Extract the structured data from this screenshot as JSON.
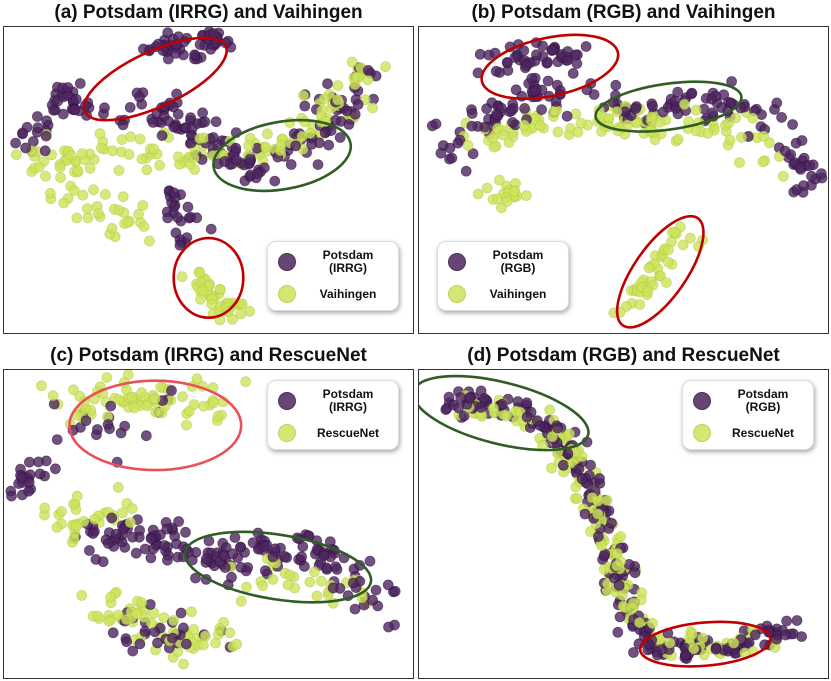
{
  "colors": {
    "potsdam": "#4e2560",
    "potsdam_edge": "#2e0f3e",
    "vaihingen": "#cde35a",
    "vaihingen_edge": "#b3c94a",
    "red_ellipse": "#c00000",
    "pink_ellipse": "#e8505a",
    "green_ellipse": "#2f5d23"
  },
  "chart_data": [
    {
      "type": "scatter",
      "title": "(a) Potsdam (IRRG) and Vaihingen",
      "xlabel": "",
      "ylabel": "",
      "grid": false,
      "legend_position": "bottom-right",
      "series": [
        {
          "name": "Potsdam\n(IRRG)",
          "color": "#4e2560",
          "clusters": [
            {
              "path": [
                [
                  0.35,
                  0.07
                ],
                [
                  0.46,
                  0.06
                ],
                [
                  0.54,
                  0.04
                ]
              ],
              "spread": 0.025,
              "n": 55
            },
            {
              "path": [
                [
                  0.04,
                  0.4
                ],
                [
                  0.1,
                  0.3
                ],
                [
                  0.16,
                  0.22
                ],
                [
                  0.2,
                  0.26
                ]
              ],
              "spread": 0.03,
              "n": 45
            },
            {
              "path": [
                [
                  0.3,
                  0.3
                ],
                [
                  0.4,
                  0.28
                ],
                [
                  0.48,
                  0.34
                ],
                [
                  0.55,
                  0.45
                ],
                [
                  0.62,
                  0.45
                ],
                [
                  0.72,
                  0.4
                ],
                [
                  0.8,
                  0.3
                ],
                [
                  0.88,
                  0.18
                ]
              ],
              "spread": 0.05,
              "n": 140
            },
            {
              "path": [
                [
                  0.4,
                  0.55
                ],
                [
                  0.45,
                  0.62
                ],
                [
                  0.42,
                  0.72
                ]
              ],
              "spread": 0.03,
              "n": 25
            }
          ]
        },
        {
          "name": "Vaihingen",
          "color": "#cde35a",
          "clusters": [
            {
              "path": [
                [
                  0.08,
                  0.47
                ],
                [
                  0.2,
                  0.42
                ],
                [
                  0.35,
                  0.4
                ],
                [
                  0.5,
                  0.42
                ],
                [
                  0.65,
                  0.4
                ],
                [
                  0.8,
                  0.28
                ],
                [
                  0.9,
                  0.15
                ]
              ],
              "spread": 0.05,
              "n": 130
            },
            {
              "path": [
                [
                  0.12,
                  0.55
                ],
                [
                  0.25,
                  0.6
                ],
                [
                  0.35,
                  0.66
                ]
              ],
              "spread": 0.04,
              "n": 30
            },
            {
              "path": [
                [
                  0.46,
                  0.82
                ],
                [
                  0.52,
                  0.88
                ],
                [
                  0.56,
                  0.94
                ]
              ],
              "spread": 0.03,
              "n": 45
            }
          ]
        }
      ],
      "ellipses": [
        {
          "cx": 0.37,
          "cy": 0.17,
          "rx": 0.19,
          "ry": 0.09,
          "angle": -25,
          "color": "red"
        },
        {
          "cx": 0.68,
          "cy": 0.42,
          "rx": 0.17,
          "ry": 0.11,
          "angle": -10,
          "color": "green"
        },
        {
          "cx": 0.5,
          "cy": 0.82,
          "rx": 0.085,
          "ry": 0.13,
          "angle": 0,
          "color": "red"
        }
      ]
    },
    {
      "type": "scatter",
      "title": "(b) Potsdam (RGB) and Vaihingen",
      "xlabel": "",
      "ylabel": "",
      "grid": false,
      "legend_position": "bottom-left",
      "series": [
        {
          "name": "Potsdam\n(RGB)",
          "color": "#4e2560",
          "clusters": [
            {
              "path": [
                [
                  0.06,
                  0.42
                ],
                [
                  0.12,
                  0.34
                ],
                [
                  0.22,
                  0.26
                ],
                [
                  0.33,
                  0.2
                ],
                [
                  0.45,
                  0.22
                ],
                [
                  0.55,
                  0.28
                ],
                [
                  0.65,
                  0.28
                ],
                [
                  0.75,
                  0.24
                ],
                [
                  0.83,
                  0.28
                ],
                [
                  0.9,
                  0.38
                ],
                [
                  0.95,
                  0.52
                ]
              ],
              "spread": 0.04,
              "n": 160
            },
            {
              "path": [
                [
                  0.18,
                  0.13
                ],
                [
                  0.28,
                  0.08
                ],
                [
                  0.38,
                  0.1
                ]
              ],
              "spread": 0.035,
              "n": 45
            }
          ]
        },
        {
          "name": "Vaihingen",
          "color": "#cde35a",
          "clusters": [
            {
              "path": [
                [
                  0.12,
                  0.38
                ],
                [
                  0.25,
                  0.32
                ],
                [
                  0.38,
                  0.32
                ],
                [
                  0.5,
                  0.3
                ],
                [
                  0.62,
                  0.33
                ],
                [
                  0.76,
                  0.3
                ],
                [
                  0.86,
                  0.46
                ]
              ],
              "spread": 0.04,
              "n": 110
            },
            {
              "path": [
                [
                  0.18,
                  0.52
                ],
                [
                  0.25,
                  0.56
                ]
              ],
              "spread": 0.03,
              "n": 20
            },
            {
              "path": [
                [
                  0.5,
                  0.93
                ],
                [
                  0.56,
                  0.83
                ],
                [
                  0.62,
                  0.73
                ],
                [
                  0.66,
                  0.66
                ]
              ],
              "spread": 0.03,
              "n": 45
            }
          ]
        }
      ],
      "ellipses": [
        {
          "cx": 0.32,
          "cy": 0.13,
          "rx": 0.17,
          "ry": 0.095,
          "angle": -12,
          "color": "red"
        },
        {
          "cx": 0.61,
          "cy": 0.26,
          "rx": 0.18,
          "ry": 0.075,
          "angle": -8,
          "color": "green"
        },
        {
          "cx": 0.59,
          "cy": 0.8,
          "rx": 0.16,
          "ry": 0.085,
          "angle": -55,
          "color": "red"
        }
      ]
    },
    {
      "type": "scatter",
      "title": "(c) Potsdam (IRRG) and RescueNet",
      "xlabel": "",
      "ylabel": "",
      "grid": false,
      "legend_position": "top-right",
      "series": [
        {
          "name": "Potsdam\n(IRRG)",
          "color": "#4e2560",
          "clusters": [
            {
              "path": [
                [
                  0.03,
                  0.42
                ],
                [
                  0.06,
                  0.34
                ],
                [
                  0.1,
                  0.3
                ]
              ],
              "spread": 0.025,
              "n": 20
            },
            {
              "path": [
                [
                  0.2,
                  0.55
                ],
                [
                  0.32,
                  0.55
                ],
                [
                  0.42,
                  0.57
                ],
                [
                  0.52,
                  0.62
                ],
                [
                  0.62,
                  0.6
                ],
                [
                  0.74,
                  0.58
                ],
                [
                  0.84,
                  0.66
                ],
                [
                  0.92,
                  0.78
                ]
              ],
              "spread": 0.05,
              "n": 170
            },
            {
              "path": [
                [
                  0.16,
                  0.15
                ],
                [
                  0.25,
                  0.18
                ],
                [
                  0.4,
                  0.12
                ]
              ],
              "spread": 0.05,
              "n": 20
            },
            {
              "path": [
                [
                  0.3,
                  0.8
                ],
                [
                  0.38,
                  0.88
                ],
                [
                  0.5,
                  0.86
                ]
              ],
              "spread": 0.05,
              "n": 30
            }
          ]
        },
        {
          "name": "RescueNet",
          "color": "#cde35a",
          "clusters": [
            {
              "path": [
                [
                  0.14,
                  0.12
                ],
                [
                  0.25,
                  0.08
                ],
                [
                  0.36,
                  0.1
                ],
                [
                  0.46,
                  0.08
                ],
                [
                  0.54,
                  0.14
                ]
              ],
              "spread": 0.06,
              "n": 70
            },
            {
              "path": [
                [
                  0.24,
                  0.75
                ],
                [
                  0.34,
                  0.82
                ],
                [
                  0.46,
                  0.9
                ],
                [
                  0.56,
                  0.84
                ]
              ],
              "spread": 0.05,
              "n": 60
            },
            {
              "path": [
                [
                  0.12,
                  0.45
                ],
                [
                  0.2,
                  0.48
                ],
                [
                  0.3,
                  0.48
                ]
              ],
              "spread": 0.05,
              "n": 30
            },
            {
              "path": [
                [
                  0.6,
                  0.68
                ],
                [
                  0.74,
                  0.66
                ],
                [
                  0.86,
                  0.72
                ]
              ],
              "spread": 0.04,
              "n": 30
            }
          ]
        }
      ],
      "ellipses": [
        {
          "cx": 0.37,
          "cy": 0.18,
          "rx": 0.21,
          "ry": 0.145,
          "angle": 0,
          "color": "pink"
        },
        {
          "cx": 0.67,
          "cy": 0.64,
          "rx": 0.23,
          "ry": 0.105,
          "angle": 9,
          "color": "green"
        }
      ]
    },
    {
      "type": "scatter",
      "title": "(d) Potsdam (RGB) and RescueNet",
      "xlabel": "",
      "ylabel": "",
      "grid": false,
      "legend_position": "top-right",
      "series": [
        {
          "name": "Potsdam\n(RGB)",
          "color": "#4e2560",
          "clusters": [
            {
              "path": [
                [
                  0.06,
                  0.1
                ],
                [
                  0.16,
                  0.11
                ],
                [
                  0.26,
                  0.14
                ],
                [
                  0.34,
                  0.22
                ],
                [
                  0.4,
                  0.34
                ],
                [
                  0.45,
                  0.47
                ],
                [
                  0.48,
                  0.6
                ],
                [
                  0.5,
                  0.72
                ],
                [
                  0.53,
                  0.83
                ],
                [
                  0.6,
                  0.9
                ],
                [
                  0.7,
                  0.91
                ],
                [
                  0.8,
                  0.89
                ],
                [
                  0.92,
                  0.83
                ]
              ],
              "spread": 0.03,
              "n": 240
            }
          ]
        },
        {
          "name": "RescueNet",
          "color": "#cde35a",
          "clusters": [
            {
              "path": [
                [
                  0.1,
                  0.12
                ],
                [
                  0.22,
                  0.13
                ],
                [
                  0.32,
                  0.2
                ],
                [
                  0.39,
                  0.32
                ],
                [
                  0.44,
                  0.46
                ],
                [
                  0.47,
                  0.58
                ],
                [
                  0.5,
                  0.7
                ],
                [
                  0.54,
                  0.82
                ],
                [
                  0.62,
                  0.88
                ],
                [
                  0.74,
                  0.9
                ],
                [
                  0.86,
                  0.87
                ]
              ],
              "spread": 0.03,
              "n": 170
            }
          ]
        }
      ],
      "ellipses": [
        {
          "cx": 0.2,
          "cy": 0.14,
          "rx": 0.22,
          "ry": 0.1,
          "angle": 14,
          "color": "green"
        },
        {
          "cx": 0.7,
          "cy": 0.89,
          "rx": 0.16,
          "ry": 0.07,
          "angle": -5,
          "color": "red"
        }
      ]
    }
  ]
}
